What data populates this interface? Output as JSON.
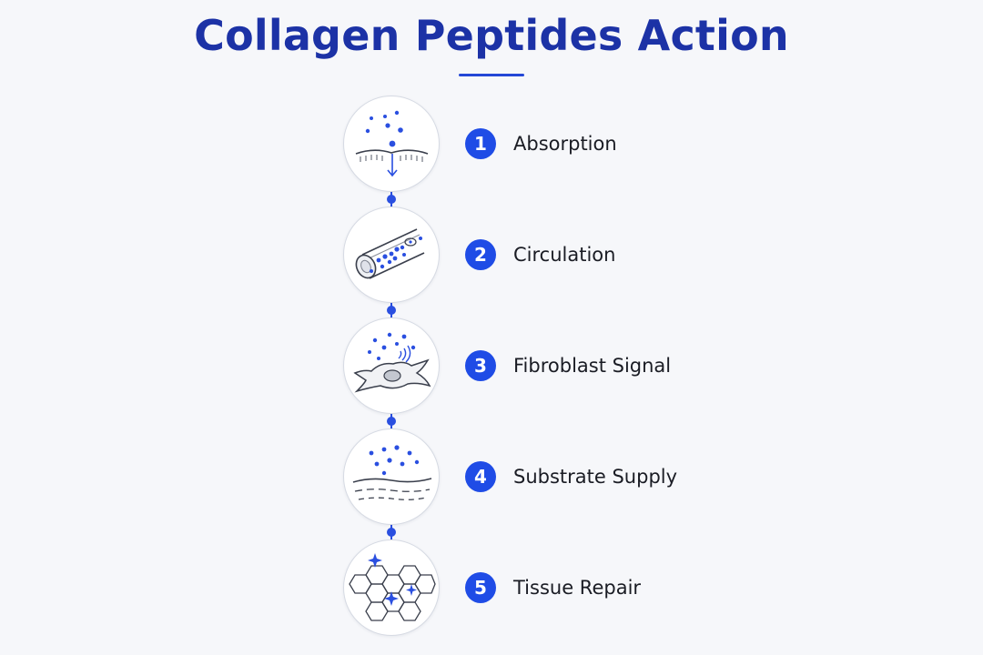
{
  "title": "Collagen Peptides Action",
  "accent_color": "#1f4ce6",
  "title_color": "#1c32a6",
  "steps": [
    {
      "number": "1",
      "label": "Absorption",
      "icon": "absorption-icon"
    },
    {
      "number": "2",
      "label": "Circulation",
      "icon": "blood-vessel-icon"
    },
    {
      "number": "3",
      "label": "Fibroblast Signal",
      "icon": "fibroblast-cell-icon"
    },
    {
      "number": "4",
      "label": "Substrate Supply",
      "icon": "tissue-layers-icon"
    },
    {
      "number": "5",
      "label": "Tissue Repair",
      "icon": "hexagon-lattice-icon"
    }
  ]
}
